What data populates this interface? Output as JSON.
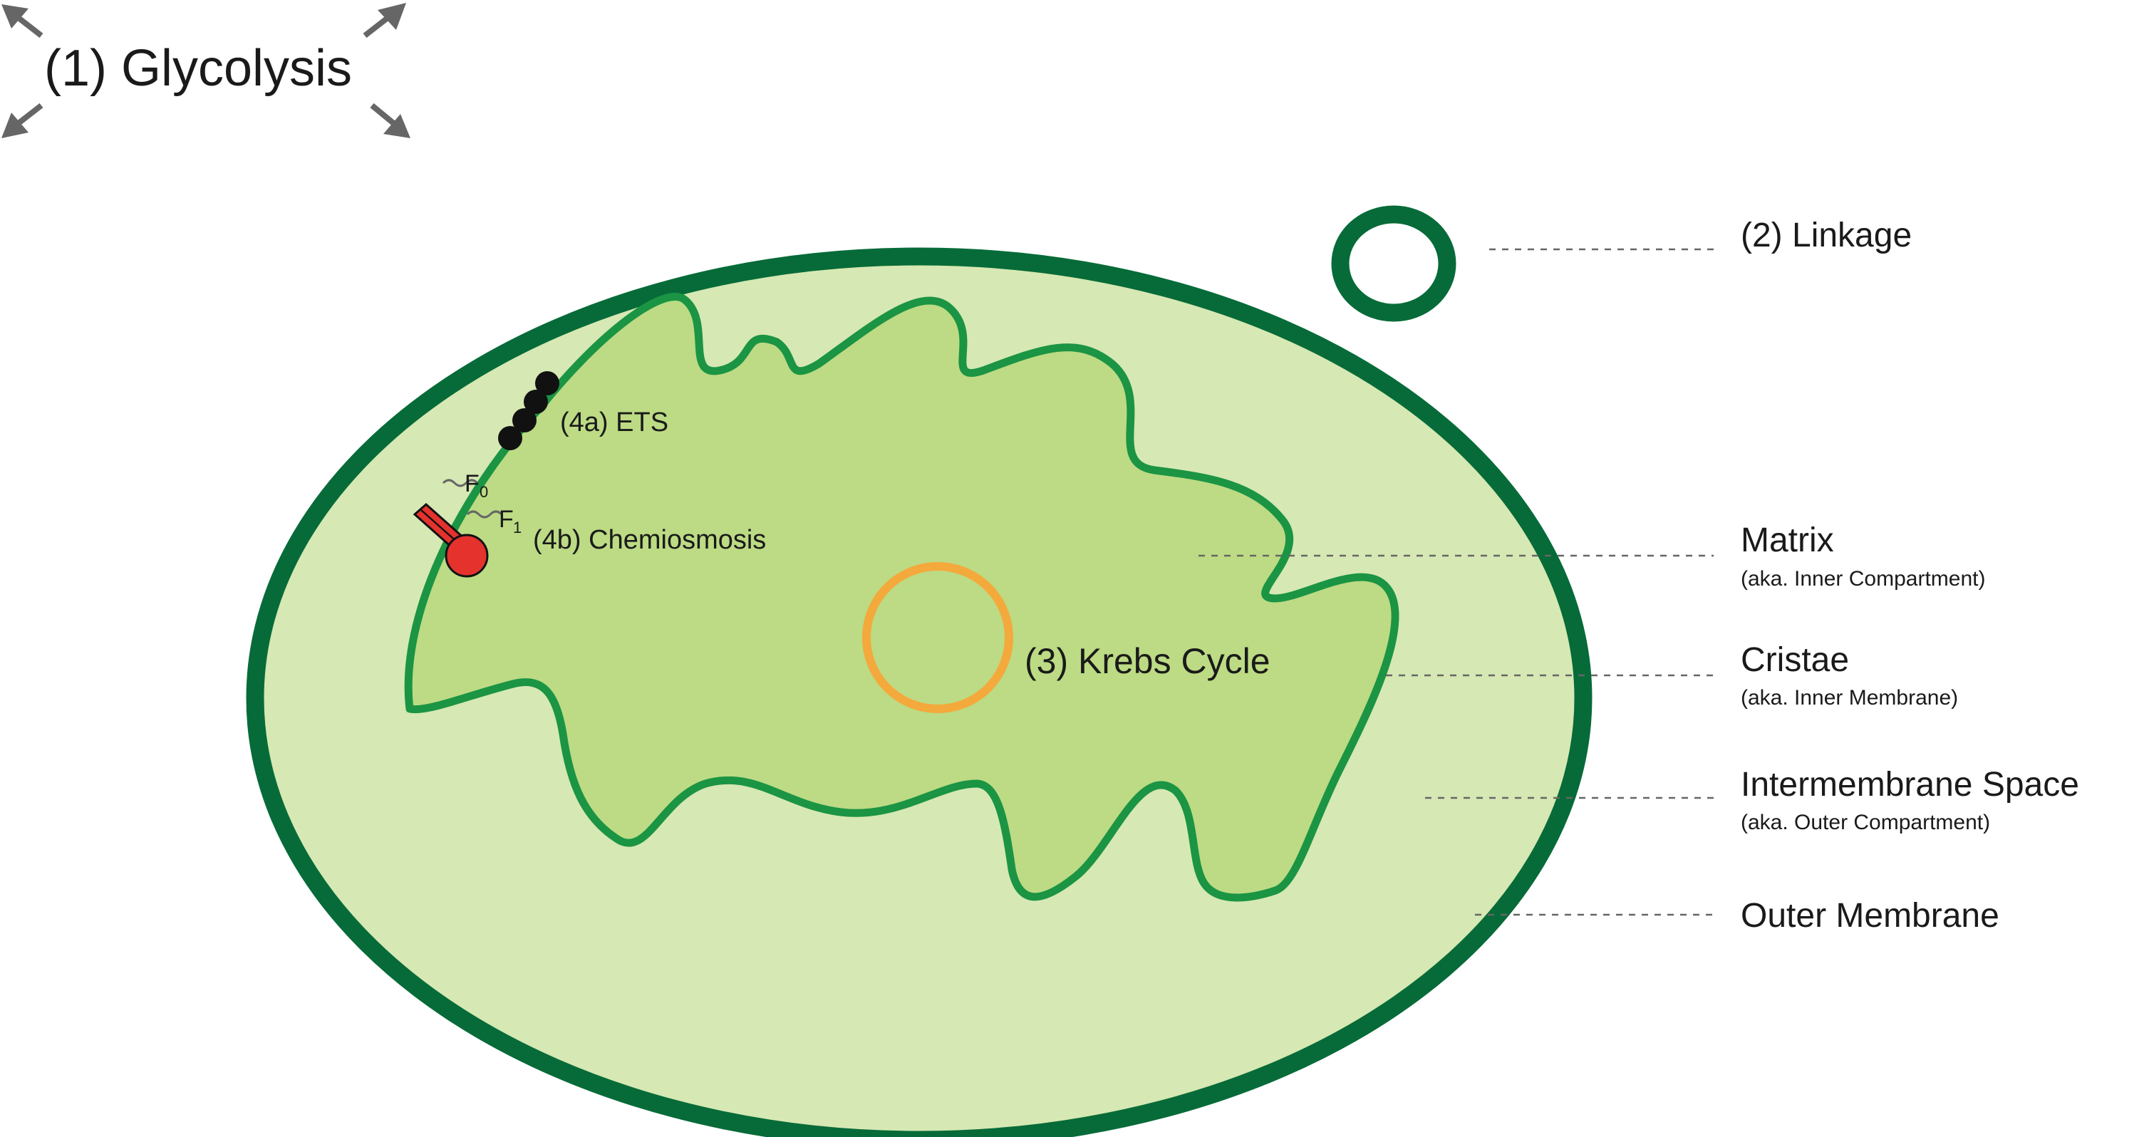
{
  "glycolysis": {
    "label": "(1) Glycolysis"
  },
  "labels": {
    "linkage": "(2) Linkage",
    "matrix": "Matrix",
    "matrix_sub": "(aka. Inner Compartment)",
    "cristae": "Cristae",
    "cristae_sub": "(aka. Inner Membrane)",
    "intermembrane": "Intermembrane Space",
    "intermembrane_sub": "(aka. Outer Compartment)",
    "outer_membrane": "Outer Membrane",
    "krebs": "(3) Krebs Cycle",
    "ets": "(4a) ETS",
    "chemiosmosis": "(4b) Chemiosmosis",
    "f0": "F",
    "f0_sub": "0",
    "f1": "F",
    "f1_sub": "1"
  },
  "colors": {
    "outer_membrane": "#066b38",
    "intermembrane_fill": "#d6e8b3",
    "matrix_fill": "#bcdb84",
    "cristae_stroke": "#1b9444",
    "krebs_ring": "#f4a93c",
    "ets_beads": "#111111",
    "atp_synthase": "#e5322d",
    "arrows": "#666666",
    "leader_lines": "#666666"
  },
  "icons": {
    "glycolysis_arrows": "outward-diagonal-arrows-icon",
    "ets": "electron-transport-chain-beads-icon",
    "atp_synthase": "atp-synthase-icon"
  }
}
